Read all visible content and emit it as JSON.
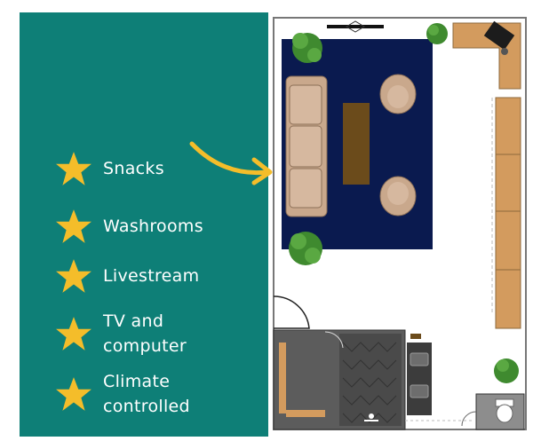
{
  "features": [
    {
      "label": "Snacks",
      "icon": "star-icon"
    },
    {
      "label": "Washrooms",
      "icon": "star-icon"
    },
    {
      "label": "Livestream",
      "icon": "star-icon"
    },
    {
      "label": "TV and\ncomputer",
      "icon": "star-icon"
    },
    {
      "label": "Climate\ncontrolled",
      "icon": "star-icon"
    }
  ],
  "colors": {
    "panel": "#0e7f77",
    "star": "#f4bd2a",
    "arrow": "#f4bd2a",
    "rug": "#0a1a4f",
    "furniture": "#c9a88c",
    "wood": "#d39b5e",
    "table": "#6b4b1b",
    "floor_dark": "#5c5c5c",
    "plant": "#3f8a2f"
  }
}
